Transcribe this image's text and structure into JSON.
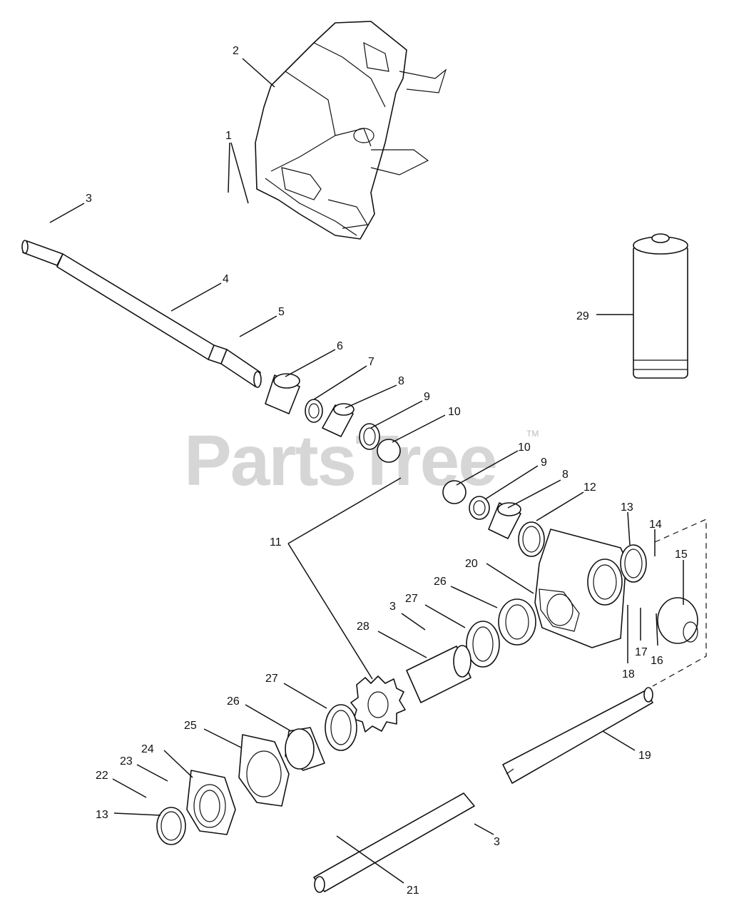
{
  "watermark": {
    "text": "PartsTree",
    "trademark": "TM"
  },
  "callouts": [
    {
      "id": "c1",
      "label": "1"
    },
    {
      "id": "c2",
      "label": "2"
    },
    {
      "id": "c3a",
      "label": "3"
    },
    {
      "id": "c4",
      "label": "4"
    },
    {
      "id": "c5",
      "label": "5"
    },
    {
      "id": "c6",
      "label": "6"
    },
    {
      "id": "c7",
      "label": "7"
    },
    {
      "id": "c8a",
      "label": "8"
    },
    {
      "id": "c9a",
      "label": "9"
    },
    {
      "id": "c10a",
      "label": "10"
    },
    {
      "id": "c10b",
      "label": "10"
    },
    {
      "id": "c9b",
      "label": "9"
    },
    {
      "id": "c8b",
      "label": "8"
    },
    {
      "id": "c12",
      "label": "12"
    },
    {
      "id": "c11",
      "label": "11"
    },
    {
      "id": "c13a",
      "label": "13"
    },
    {
      "id": "c14",
      "label": "14"
    },
    {
      "id": "c15",
      "label": "15"
    },
    {
      "id": "c20",
      "label": "20"
    },
    {
      "id": "c26a",
      "label": "26"
    },
    {
      "id": "c27a",
      "label": "27"
    },
    {
      "id": "c3b",
      "label": "3"
    },
    {
      "id": "c28",
      "label": "28"
    },
    {
      "id": "c17",
      "label": "17"
    },
    {
      "id": "c16",
      "label": "16"
    },
    {
      "id": "c18",
      "label": "18"
    },
    {
      "id": "c27b",
      "label": "27"
    },
    {
      "id": "c26b",
      "label": "26"
    },
    {
      "id": "c25",
      "label": "25"
    },
    {
      "id": "c24",
      "label": "24"
    },
    {
      "id": "c23",
      "label": "23"
    },
    {
      "id": "c22",
      "label": "22"
    },
    {
      "id": "c13b",
      "label": "13"
    },
    {
      "id": "c19",
      "label": "19"
    },
    {
      "id": "c3c",
      "label": "3"
    },
    {
      "id": "c21",
      "label": "21"
    },
    {
      "id": "c29",
      "label": "29"
    }
  ]
}
